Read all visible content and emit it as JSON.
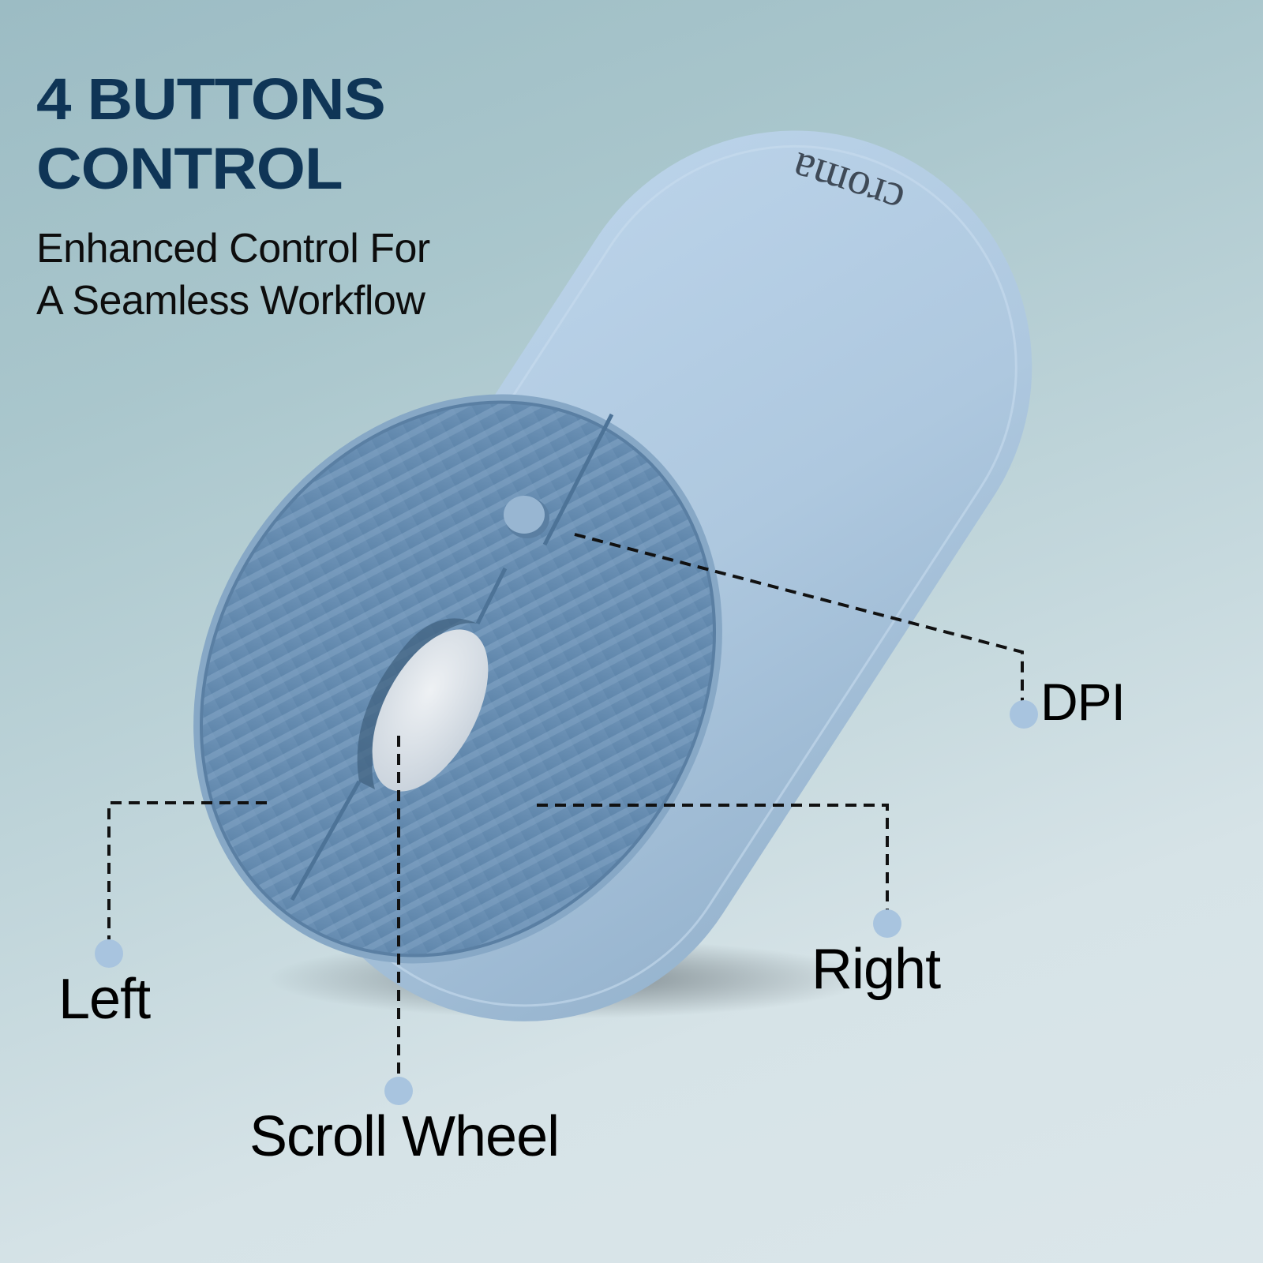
{
  "headline": {
    "line1": "4 BUTTONS",
    "line2": "CONTROL"
  },
  "subtitle": {
    "line1": "Enhanced Control For",
    "line2": "A Seamless Workflow"
  },
  "product": {
    "brand_logo": "croma",
    "type": "wireless mouse",
    "colors": {
      "body": "#b3cce3",
      "button_plate": "#6f93b6",
      "scroll_wheel": "#dfe5ea",
      "headline": "#0f3556",
      "callout_dot": "#a8c4df"
    }
  },
  "callouts": [
    {
      "id": "dpi",
      "label": "DPI"
    },
    {
      "id": "left",
      "label": "Left"
    },
    {
      "id": "right",
      "label": "Right"
    },
    {
      "id": "scroll",
      "label": "Scroll Wheel"
    }
  ]
}
